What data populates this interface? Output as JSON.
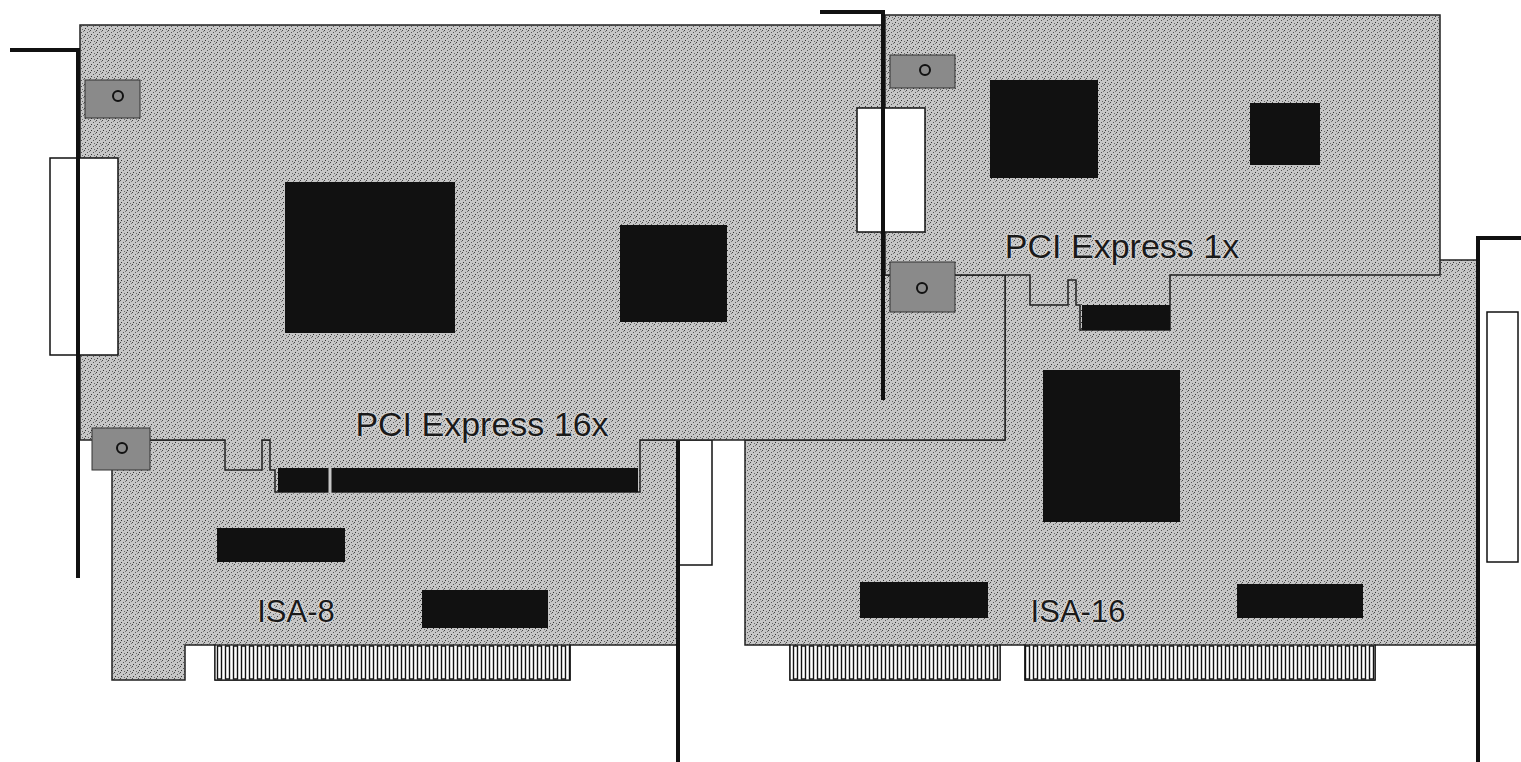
{
  "diagram": {
    "labels": [
      "PCI Express 1x",
      "PCI Express 16x",
      "ISA-8",
      "ISA-16"
    ]
  }
}
